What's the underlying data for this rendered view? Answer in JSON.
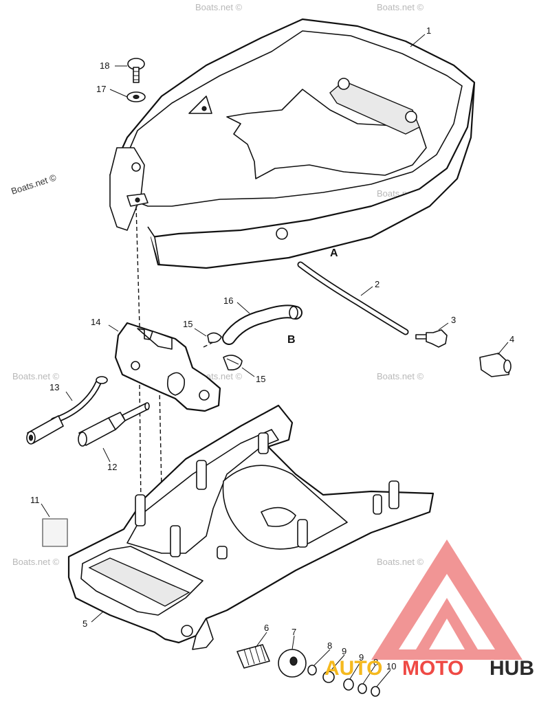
{
  "diagram": {
    "callouts": [
      "1",
      "2",
      "3",
      "4",
      "5",
      "6",
      "7",
      "8",
      "9",
      "10",
      "11",
      "12",
      "13",
      "14",
      "15",
      "16",
      "17",
      "18"
    ],
    "labels": [
      {
        "id": "c1",
        "text": "1"
      },
      {
        "id": "c2",
        "text": "2"
      },
      {
        "id": "c3",
        "text": "3"
      },
      {
        "id": "c4",
        "text": "4"
      },
      {
        "id": "c5",
        "text": "5"
      },
      {
        "id": "c6",
        "text": "6"
      },
      {
        "id": "c7",
        "text": "7"
      },
      {
        "id": "c8a",
        "text": "8"
      },
      {
        "id": "c9a",
        "text": "9"
      },
      {
        "id": "c9b",
        "text": "9"
      },
      {
        "id": "c8b",
        "text": "8"
      },
      {
        "id": "c10",
        "text": "10"
      },
      {
        "id": "c11",
        "text": "11"
      },
      {
        "id": "c12",
        "text": "12"
      },
      {
        "id": "c13",
        "text": "13"
      },
      {
        "id": "c14",
        "text": "14"
      },
      {
        "id": "c15a",
        "text": "15"
      },
      {
        "id": "c15b",
        "text": "15"
      },
      {
        "id": "c16",
        "text": "16"
      },
      {
        "id": "c17",
        "text": "17"
      },
      {
        "id": "c18",
        "text": "18"
      }
    ],
    "letter_a": "A",
    "letter_b": "B"
  },
  "watermark": {
    "text": "Boats.net ©",
    "copies": 11
  },
  "logo": {
    "part_a": "AUTO",
    "part_b": "MOTO",
    "part_c": "HUB",
    "colors": {
      "auto": "#f5b91e",
      "moto": "#ef4a45",
      "hub": "#2b2b2b",
      "triangle": "#f08a8a"
    }
  }
}
